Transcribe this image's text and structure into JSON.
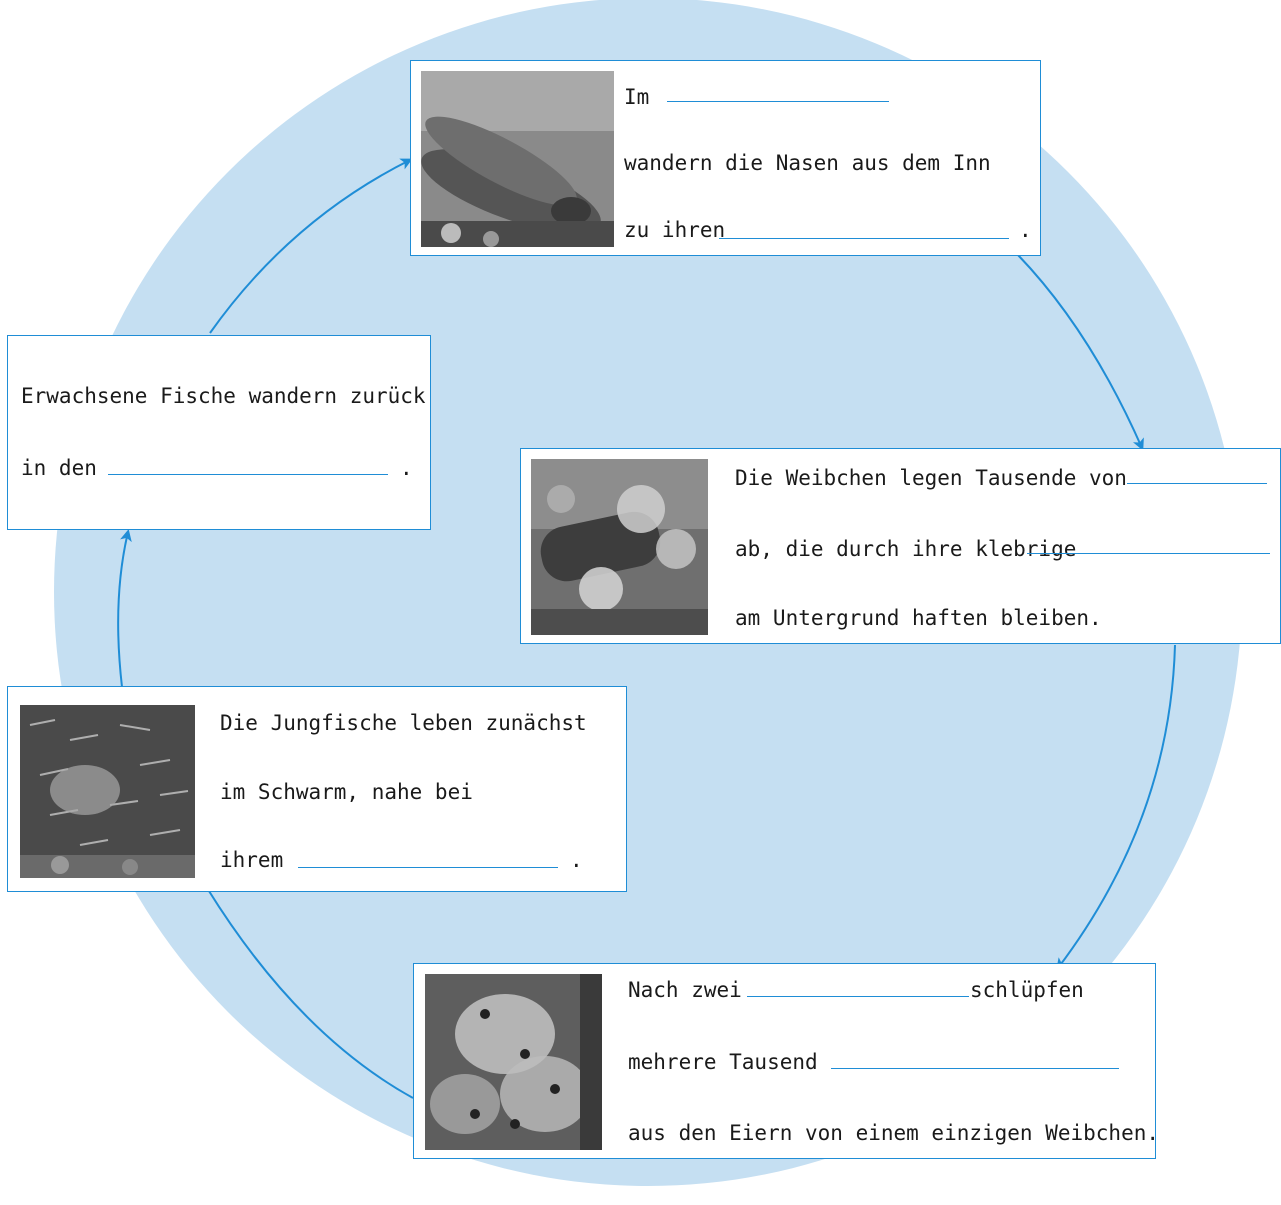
{
  "colors": {
    "circle": "#c5dff2",
    "accent": "#1f8dd6",
    "text": "#1a1a1a"
  },
  "stages": {
    "spawning_migration": {
      "photo": "adult-nase-fish-photo",
      "line1": "Im",
      "line2": "wandern die Nasen aus dem Inn",
      "line3": "zu ihren",
      "end": "."
    },
    "egg_laying": {
      "photo": "fish-eggs-photo",
      "line1": "Die Weibchen legen Tausende von",
      "line2": "ab, die durch ihre klebrige",
      "line3": "am Untergrund haften bleiben."
    },
    "hatching": {
      "photo": "hatching-larvae-photo",
      "line1a": "Nach zwei",
      "line1b": "schlüpfen",
      "line2": "mehrere Tausend",
      "line3": "aus den Eiern von einem einzigen Weibchen."
    },
    "juvenile": {
      "photo": "juvenile-swarm-photo",
      "line1": "Die Jungfische leben zunächst",
      "line2": "im Schwarm, nahe bei",
      "line3": "ihrem",
      "end": "."
    },
    "adult_return": {
      "line1": "Erwachsene Fische wandern zurück",
      "line2": "in den",
      "end": "."
    }
  }
}
